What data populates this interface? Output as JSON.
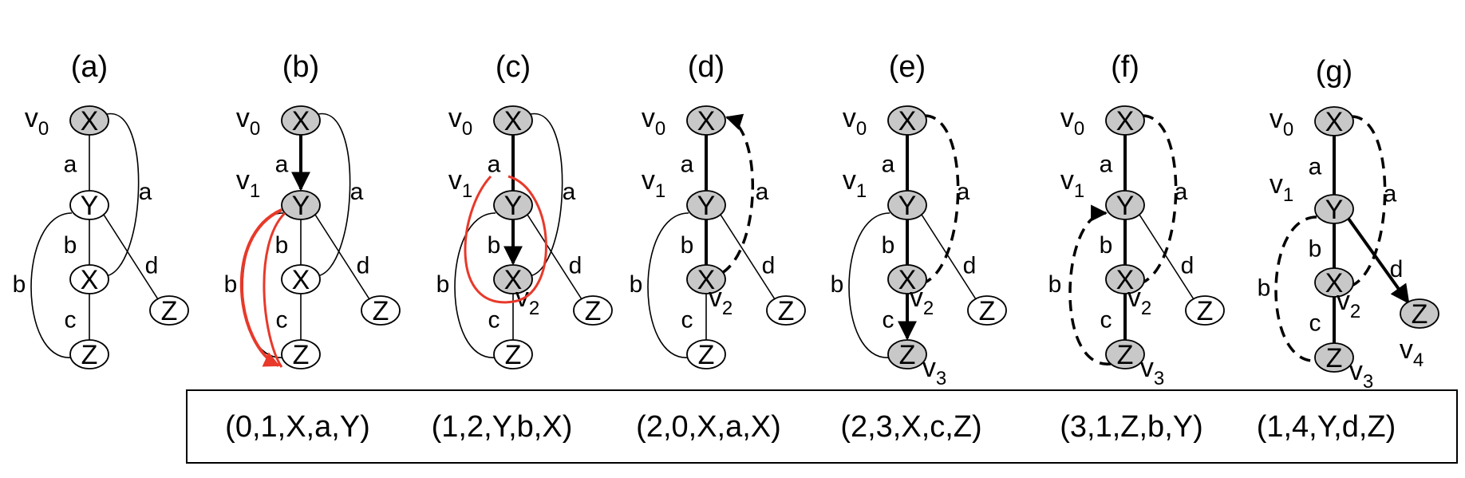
{
  "panels": [
    {
      "label": "(a)",
      "nodes": [
        "X",
        "Y",
        "X",
        "Z",
        "Z"
      ],
      "vertex_labels": [
        {
          "main": "v",
          "sub": "0"
        }
      ],
      "edge_labels": [
        "a",
        "b",
        "c",
        "b",
        "a",
        "d"
      ]
    },
    {
      "label": "(b)",
      "nodes": [
        "X",
        "Y",
        "X",
        "Z",
        "Z"
      ],
      "vertex_labels": [
        {
          "main": "v",
          "sub": "0"
        },
        {
          "main": "v",
          "sub": "1"
        }
      ],
      "edge_labels": [
        "a",
        "b",
        "c",
        "b",
        "a",
        "d"
      ]
    },
    {
      "label": "(c)",
      "nodes": [
        "X",
        "Y",
        "X",
        "Z",
        "Z"
      ],
      "vertex_labels": [
        {
          "main": "v",
          "sub": "0"
        },
        {
          "main": "v",
          "sub": "1"
        },
        {
          "main": "v",
          "sub": "2"
        }
      ],
      "edge_labels": [
        "a",
        "b",
        "c",
        "b",
        "a",
        "d"
      ]
    },
    {
      "label": "(d)",
      "nodes": [
        "X",
        "Y",
        "X",
        "Z",
        "Z"
      ],
      "vertex_labels": [
        {
          "main": "v",
          "sub": "0"
        },
        {
          "main": "v",
          "sub": "1"
        },
        {
          "main": "v",
          "sub": "2"
        }
      ],
      "edge_labels": [
        "a",
        "b",
        "c",
        "b",
        "a",
        "d"
      ]
    },
    {
      "label": "(e)",
      "nodes": [
        "X",
        "Y",
        "X",
        "Z",
        "Z"
      ],
      "vertex_labels": [
        {
          "main": "v",
          "sub": "0"
        },
        {
          "main": "v",
          "sub": "1"
        },
        {
          "main": "v",
          "sub": "2"
        },
        {
          "main": "v",
          "sub": "3"
        }
      ],
      "edge_labels": [
        "a",
        "b",
        "c",
        "b",
        "a",
        "d"
      ]
    },
    {
      "label": "(f)",
      "nodes": [
        "X",
        "Y",
        "X",
        "Z",
        "Z"
      ],
      "vertex_labels": [
        {
          "main": "v",
          "sub": "0"
        },
        {
          "main": "v",
          "sub": "1"
        },
        {
          "main": "v",
          "sub": "2"
        },
        {
          "main": "v",
          "sub": "3"
        }
      ],
      "edge_labels": [
        "a",
        "b",
        "c",
        "b",
        "a",
        "d"
      ]
    },
    {
      "label": "(g)",
      "nodes": [
        "X",
        "Y",
        "X",
        "Z",
        "Z"
      ],
      "vertex_labels": [
        {
          "main": "v",
          "sub": "0"
        },
        {
          "main": "v",
          "sub": "1"
        },
        {
          "main": "v",
          "sub": "2"
        },
        {
          "main": "v",
          "sub": "3"
        },
        {
          "main": "v",
          "sub": "4"
        }
      ],
      "edge_labels": [
        "a",
        "b",
        "c",
        "b",
        "a",
        "d"
      ]
    }
  ],
  "dfs_codes": [
    "(0,1,X,a,Y)",
    "(1,2,Y,b,X)",
    "(2,0,X,a,X)",
    "(2,3,X,c,Z)",
    "(3,1,Z,b,Y)",
    "(1,4,Y,d,Z)"
  ],
  "colors": {
    "visited_fill": "#c8c8c8",
    "unvisited_fill": "#ffffff",
    "annotation": "#e8392a",
    "stroke": "#000000"
  }
}
